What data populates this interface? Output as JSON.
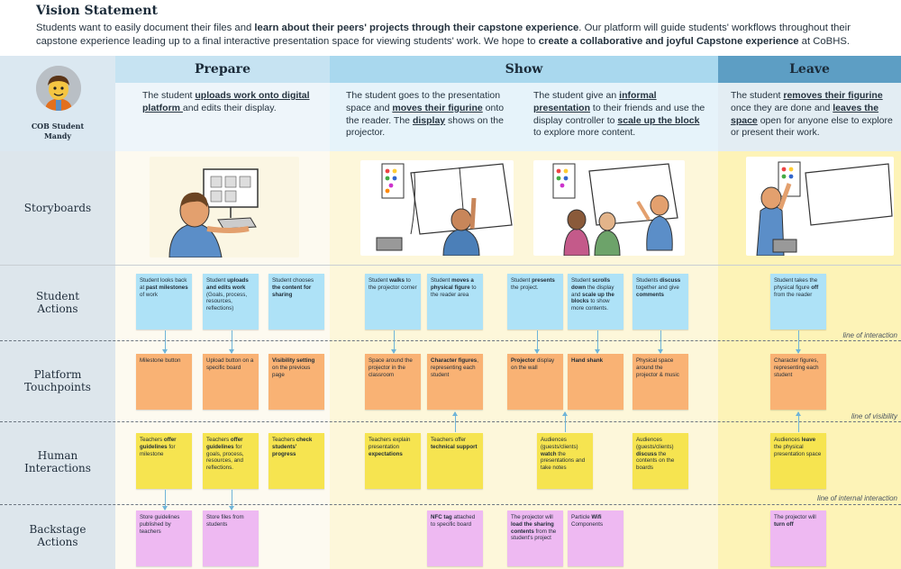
{
  "vision": {
    "title": "Vision Statement",
    "text_a": "Students want to easily document their files and ",
    "text_b": "learn about their peers' projects through their capstone experience",
    "text_c": ". Our platform will guide students' workflows throughout their capstone experience leading up to a final interactive presentation space for viewing students' work. We hope to ",
    "text_d": "create a collaborative and joyful Capstone experience",
    "text_e": " at CoBHS."
  },
  "persona": {
    "line1": "COB Student",
    "line2": "Mandy"
  },
  "phases": {
    "prepare": "Prepare",
    "show": "Show",
    "leave": "Leave"
  },
  "descriptions": {
    "prepare": {
      "t1": "The student ",
      "b1": "uploads work onto digital platform ",
      "t2": "and edits their display."
    },
    "show1": {
      "t1": "The student goes to the presentation space and ",
      "b1": "moves their figurine",
      "t2": " onto the reader. The ",
      "b2": "display",
      "t3": " shows on the projector."
    },
    "show2": {
      "t1": "The student give an ",
      "b1": "informal presentation",
      "t2": " to their friends and use the display controller to ",
      "b2": "scale up the block ",
      "t3": "to explore more content."
    },
    "leave": {
      "t1": "The student ",
      "b1": "removes their figurine",
      "t2": " once they are done and ",
      "b2": "leaves the space",
      "t3": " open for anyone else to explore or present their work."
    }
  },
  "rows": {
    "storyboards": "Storyboards",
    "student_actions": "Student Actions",
    "platform": "Platform Touchpoints",
    "human": "Human Interactions",
    "backstage": "Backstage Actions"
  },
  "lines": {
    "interaction": "line of interaction",
    "visibility": "line of visibility",
    "internal": "line of internal interaction"
  },
  "student_actions": [
    {
      "t1": "Student looks back at ",
      "b": "past milestones",
      "t2": " of work"
    },
    {
      "t1": "Student ",
      "b": "uploads and edits work",
      "t2": " (Goals, process, resources, reflections)"
    },
    {
      "t1": "Student chooses ",
      "b": "the content for sharing",
      "t2": ""
    },
    {
      "t1": "Student ",
      "b": "walks",
      "t2": " to the projector corner"
    },
    {
      "t1": "Student ",
      "b": "moves a physical figure",
      "t2": " to the reader area"
    },
    {
      "t1": "Student ",
      "b": "presents",
      "t2": " the project."
    },
    {
      "t1": "Student ",
      "b": "scrolls down",
      "t2": " the display and ",
      "b2": "scale up the blocks",
      "t3": " to show more contents."
    },
    {
      "t1": "Students ",
      "b": "discuss",
      "t2": " together and give ",
      "b2": "comments",
      "t3": ""
    },
    {
      "t1": "Student takes the physical figure ",
      "b": "off",
      "t2": " from the reader"
    }
  ],
  "platform": [
    {
      "t1": "Milestone button",
      "b": "",
      "t2": ""
    },
    {
      "t1": "Upload button on a specific board",
      "b": "",
      "t2": ""
    },
    {
      "t1": "",
      "b": "Visibility setting",
      "t2": " on the previous page"
    },
    {
      "t1": "Space around the projector in the classroom",
      "b": "",
      "t2": ""
    },
    {
      "t1": "",
      "b": "Character figures",
      "t2": ", representing each student"
    },
    {
      "t1": "",
      "b": "Projector",
      "t2": " display on the wall"
    },
    {
      "t1": "",
      "b": "Hand shank",
      "t2": ""
    },
    {
      "t1": "Physical space around the projector & music",
      "b": "",
      "t2": ""
    },
    {
      "t1": "Character figures, representing each student",
      "b": "",
      "t2": ""
    }
  ],
  "human": [
    {
      "t1": "Teachers ",
      "b": "offer guidelines",
      "t2": " for milestone"
    },
    {
      "t1": "Teachers ",
      "b": "offer guidelines",
      "t2": " for goals, process, resources, and reflections."
    },
    {
      "t1": "Teachers ",
      "b": "check students' progress",
      "t2": ""
    },
    {
      "t1": "Teachers explain presentation ",
      "b": "expectations",
      "t2": ""
    },
    {
      "t1": "Teachers offer ",
      "b": "technical support",
      "t2": ""
    },
    {
      "t1": "Audiences (guests/clients) ",
      "b": "watch",
      "t2": " the presentations and take notes"
    },
    {
      "t1": "Audiences (guests/clients) ",
      "b": "discuss",
      "t2": " the contents on the boards"
    },
    {
      "t1": "Audiences ",
      "b": "leave",
      "t2": " the physical presentation space"
    }
  ],
  "backstage": [
    {
      "t1": "Store guidelines published by teachers",
      "b": "",
      "t2": ""
    },
    {
      "t1": "Store files from students",
      "b": "",
      "t2": ""
    },
    {
      "t1": "",
      "b": "NFC tag",
      "t2": " attached to specific board"
    },
    {
      "t1": "The projector will ",
      "b": "load the sharing contents",
      "t2": " from the student's project"
    },
    {
      "t1": "Particle ",
      "b": "Wifi",
      "t2": " Components"
    },
    {
      "t1": "The projector will ",
      "b": "turn off",
      "t2": ""
    }
  ],
  "colors": {
    "blue": "#aee2f7",
    "orange": "#f9b274",
    "yellow": "#f6e450",
    "pink": "#eeb9f2",
    "prepare_header": "#c6e3f2",
    "show_header": "#a9d8ee",
    "leave_header": "#5d9ec4"
  }
}
